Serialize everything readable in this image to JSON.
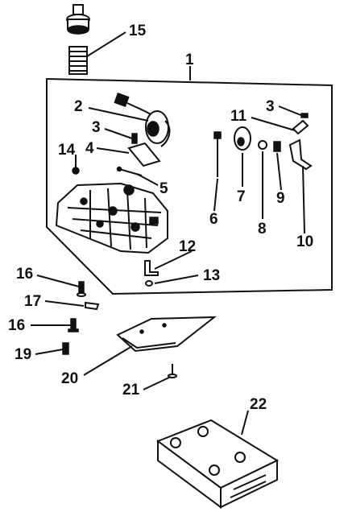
{
  "callouts": [
    {
      "id": "1",
      "label": "1"
    },
    {
      "id": "2",
      "label": "2"
    },
    {
      "id": "3a",
      "label": "3"
    },
    {
      "id": "3b",
      "label": "3"
    },
    {
      "id": "4",
      "label": "4"
    },
    {
      "id": "5",
      "label": "5"
    },
    {
      "id": "6",
      "label": "6"
    },
    {
      "id": "7",
      "label": "7"
    },
    {
      "id": "8",
      "label": "8"
    },
    {
      "id": "9",
      "label": "9"
    },
    {
      "id": "10",
      "label": "10"
    },
    {
      "id": "11",
      "label": "11"
    },
    {
      "id": "12",
      "label": "12"
    },
    {
      "id": "13",
      "label": "13"
    },
    {
      "id": "14",
      "label": "14"
    },
    {
      "id": "15",
      "label": "15"
    },
    {
      "id": "16a",
      "label": "16"
    },
    {
      "id": "16b",
      "label": "16"
    },
    {
      "id": "17",
      "label": "17"
    },
    {
      "id": "19",
      "label": "19"
    },
    {
      "id": "20",
      "label": "20"
    },
    {
      "id": "21",
      "label": "21"
    },
    {
      "id": "22",
      "label": "22"
    }
  ]
}
